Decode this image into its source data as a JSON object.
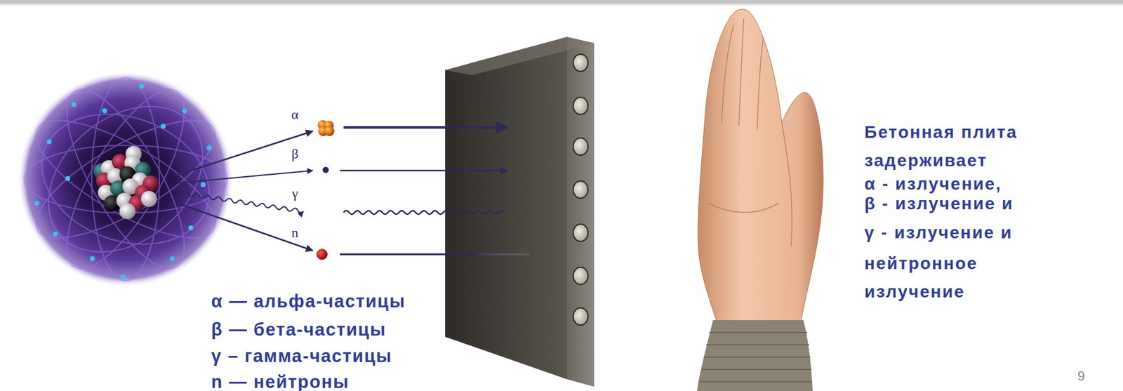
{
  "diagram": {
    "labels": [
      "α",
      "β",
      "γ",
      "n",
      "α — альфа-частицы",
      "β — бета-частицы",
      "γ – гамма-частицы",
      "n — нейтроны",
      "Бетонная плита задерживает",
      "α - излучение,",
      "β - излучение и",
      "γ - излучение и",
      "нейтронное излучение",
      "9"
    ]
  }
}
